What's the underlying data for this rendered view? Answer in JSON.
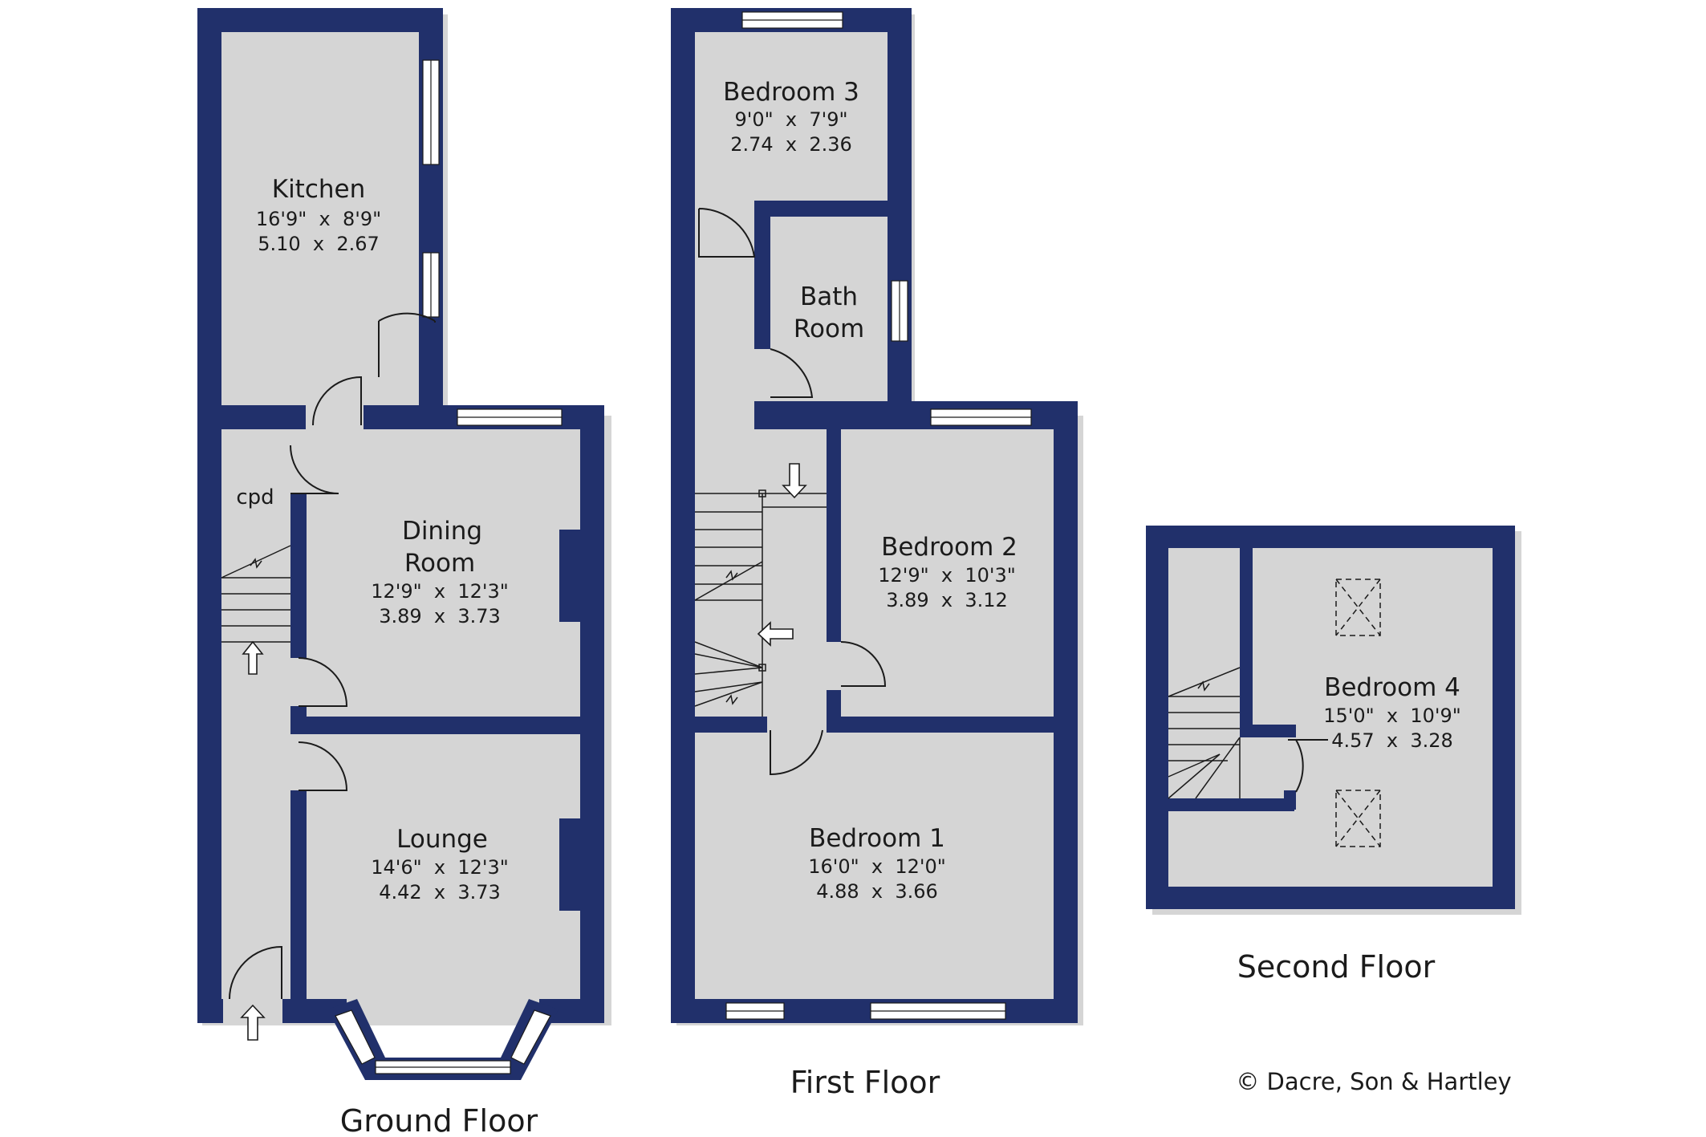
{
  "floors": {
    "ground": {
      "label": "Ground Floor",
      "rooms": {
        "kitchen": {
          "name": "Kitchen",
          "imperial": "16'9\"  x  8'9\"",
          "metric": "5.10  x  2.67"
        },
        "dining": {
          "name_line1": "Dining",
          "name_line2": "Room",
          "imperial": "12'9\"  x  12'3\"",
          "metric": "3.89  x  3.73"
        },
        "lounge": {
          "name": "Lounge",
          "imperial": "14'6\"  x  12'3\"",
          "metric": "4.42  x  3.73"
        },
        "cupboard": {
          "name": "cpd"
        }
      }
    },
    "first": {
      "label": "First Floor",
      "rooms": {
        "bedroom3": {
          "name": "Bedroom 3",
          "imperial": "9'0\"  x  7'9\"",
          "metric": "2.74  x  2.36"
        },
        "bathroom": {
          "name_line1": "Bath",
          "name_line2": "Room"
        },
        "bedroom2": {
          "name": "Bedroom 2",
          "imperial": "12'9\"  x  10'3\"",
          "metric": "3.89  x  3.12"
        },
        "bedroom1": {
          "name": "Bedroom 1",
          "imperial": "16'0\"  x  12'0\"",
          "metric": "4.88  x  3.66"
        }
      }
    },
    "second": {
      "label": "Second Floor",
      "rooms": {
        "bedroom4": {
          "name": "Bedroom 4",
          "imperial": "15'0\"  x  10'9\"",
          "metric": "4.57  x  3.28"
        }
      }
    }
  },
  "copyright": "© Dacre, Son & Hartley",
  "colors": {
    "wall": "#21306b",
    "shadow": "#d5d5d5",
    "background": "#ffffff"
  }
}
